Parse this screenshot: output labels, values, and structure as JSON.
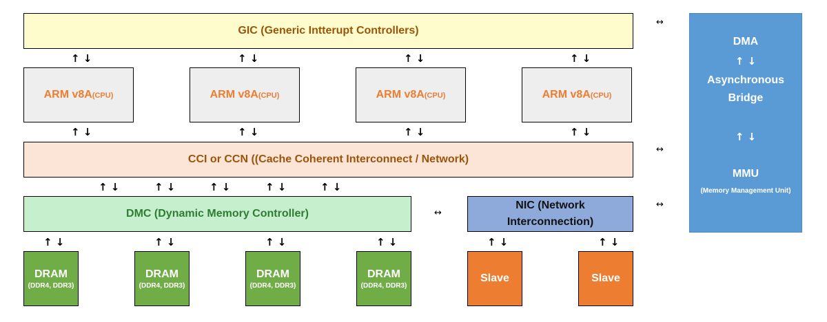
{
  "gic": {
    "label": "GIC (Generic Intterupt Controllers)"
  },
  "cpus": [
    {
      "name": "ARM v8A",
      "suffix": "(CPU)"
    },
    {
      "name": "ARM v8A",
      "suffix": "(CPU)"
    },
    {
      "name": "ARM v8A",
      "suffix": "(CPU)"
    },
    {
      "name": "ARM v8A",
      "suffix": "(CPU)"
    }
  ],
  "cci": {
    "label": "CCI or CCN ((Cache Coherent Interconnect / Network)"
  },
  "dmc": {
    "label": "DMC (Dynamic Memory Controller)"
  },
  "nic": {
    "line1": "NIC (Network",
    "line2": "Interconnection)"
  },
  "drams": [
    {
      "name": "DRAM",
      "sub": "(DDR4, DDR3)"
    },
    {
      "name": "DRAM",
      "sub": "(DDR4, DDR3)"
    },
    {
      "name": "DRAM",
      "sub": "(DDR4, DDR3)"
    },
    {
      "name": "DRAM",
      "sub": "(DDR4, DDR3)"
    }
  ],
  "slaves": [
    {
      "name": "Slave"
    },
    {
      "name": "Slave"
    }
  ],
  "dma_panel": {
    "title": "DMA",
    "bridge_line1": "Asynchronous",
    "bridge_line2": "Bridge",
    "mmu": "MMU",
    "mmu_sub": "(Memory Management Unit)"
  },
  "arrows": {
    "vertical": "↑ ↓",
    "horizontal": "↔"
  },
  "colors": {
    "gic_fill": "#fefccc",
    "cpu_fill": "#eeeeee",
    "cci_fill": "#fce4d6",
    "dmc_fill": "#c6efce",
    "nic_fill": "#8eaadb",
    "dram_fill": "#70ad47",
    "slave_fill": "#ed7d31",
    "dma_fill": "#5b9bd5"
  }
}
